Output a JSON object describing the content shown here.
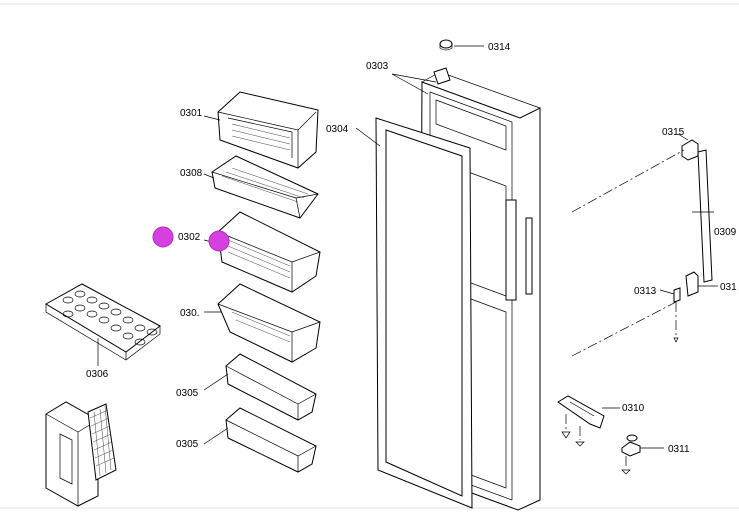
{
  "parts": {
    "p0301": "0301",
    "p0308": "0308",
    "p0302": "0302",
    "p030x": "030.",
    "p0305a": "0305",
    "p0305b": "0305",
    "p0306": "0306",
    "p0303": "0303",
    "p0304": "0304",
    "p0314": "0314",
    "p0315": "0315",
    "p0309": "0309",
    "p0313": "0313",
    "p031x": "031",
    "p0310": "0310",
    "p0311": "0311"
  },
  "colors": {
    "marker": "#d63fe0",
    "line": "#000000",
    "background": "#ffffff"
  }
}
